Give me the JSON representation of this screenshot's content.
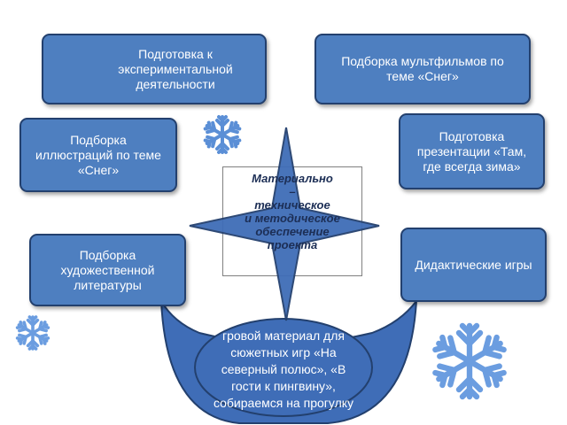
{
  "boxes": {
    "experimental": "Подготовка  к\nэкспериментальной\nдеятельности",
    "cartoons": "Подборка мультфильмов по\nтеме «Снег»",
    "illustrations": "Подборка\nиллюстраций по теме\n«Снег»",
    "presentation": "Подготовка\nпрезентации «Там,\nгде всегда зима»",
    "literature": "Подборка\nхудожественной\nлитературы",
    "didactic": "Дидактические игры"
  },
  "center": {
    "text": "Материально\n–\nтехническое\nи методическое\nобеспечение\nпроекта"
  },
  "bottom": {
    "text": "гровой материал для\nсюжетных игр «На\nсеверный полюс», «В\nгости к пингвину»,\nсобираемся на прогулку"
  },
  "colors": {
    "box_fill": "#4e7fc0",
    "box_border": "#23406e",
    "star_fill": "#3f6db7",
    "snowflake": "#5b8fd6"
  },
  "icons": [
    "snowflake-icon"
  ]
}
